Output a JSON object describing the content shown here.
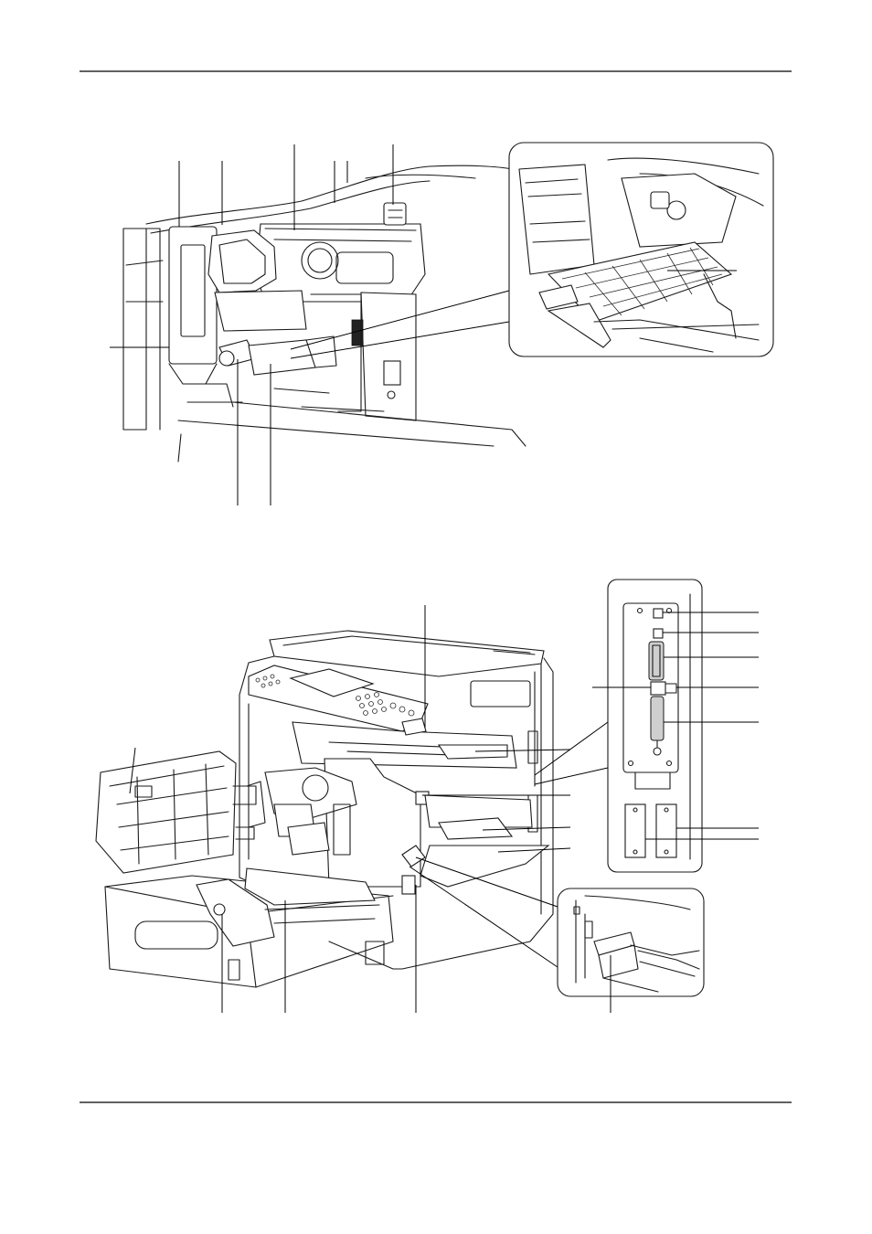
{
  "figures": [
    {
      "id": "inner-view",
      "callouts": []
    },
    {
      "id": "front-view",
      "callouts": []
    },
    {
      "id": "interface-panel",
      "callouts": []
    }
  ]
}
